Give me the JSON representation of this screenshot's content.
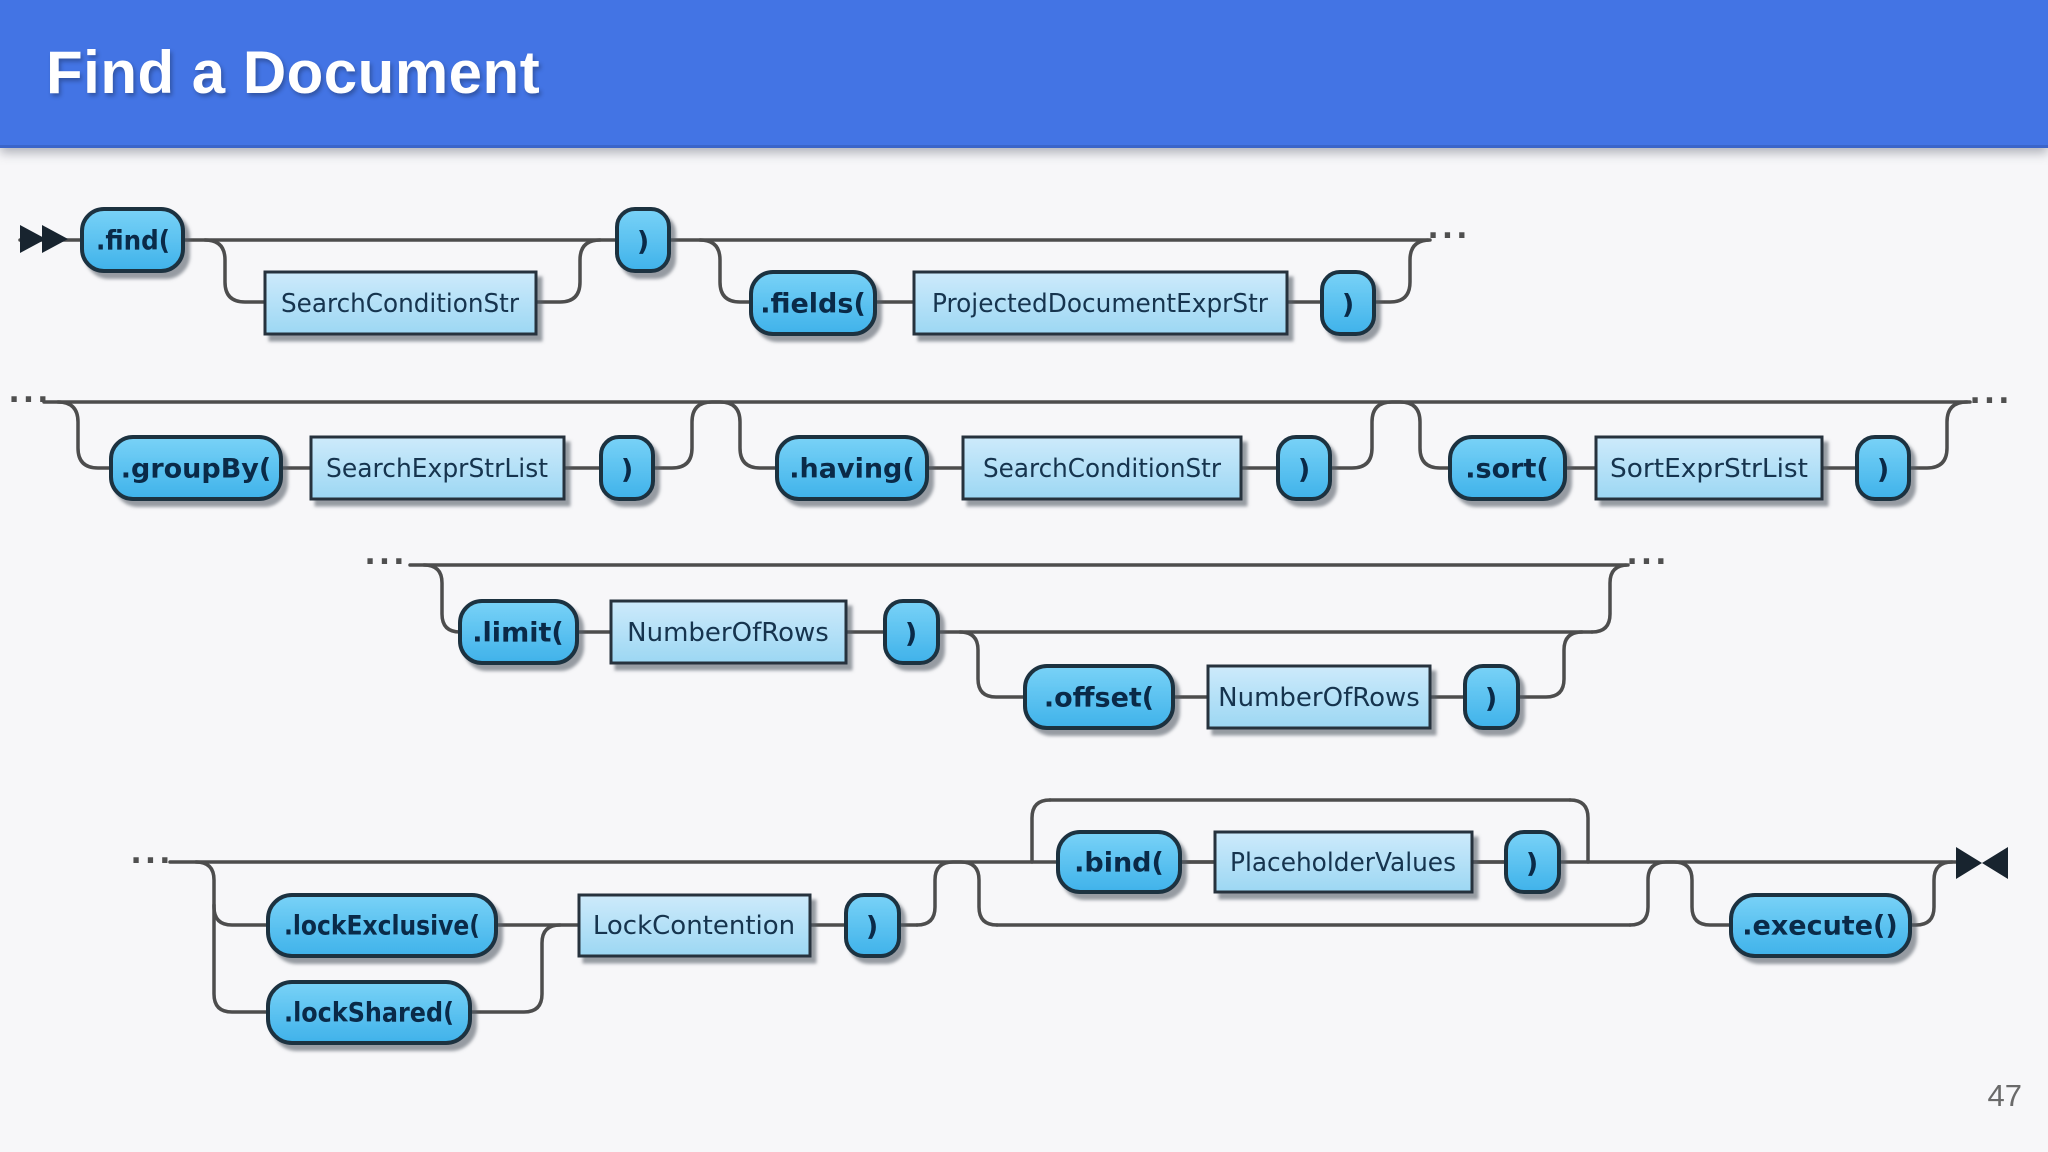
{
  "slide": {
    "title": "Find a Document",
    "page_number": "47"
  },
  "colors": {
    "header_background": "#4374e4",
    "title_text": "#ffffff",
    "slide_background": "#f7f7f9",
    "terminal_box_fill": "#54bdf0",
    "nonterminal_box_fill": "#abddf6",
    "box_border": "#1d3040",
    "box_label_text": "#0a2a48",
    "connector_line": "#4d4d4d",
    "page_number_text": "#6a6a6a"
  },
  "diagram": {
    "start_icon": "double-right-triangles",
    "end_icon": "facing-triangles-bowtie",
    "ellipsis": "···",
    "rows": {
      "row1": {
        "find": ".find(",
        "search_condition": "SearchConditionStr",
        "close_find": ")",
        "fields": ".fields(",
        "projected_document": "ProjectedDocumentExprStr",
        "close_fields": ")"
      },
      "row2": {
        "group_by": ".groupBy(",
        "search_expr_list": "SearchExprStrList",
        "close_group_by": ")",
        "having": ".having(",
        "search_condition": "SearchConditionStr",
        "close_having": ")",
        "sort": ".sort(",
        "sort_expr_list": "SortExprStrList",
        "close_sort": ")"
      },
      "row3": {
        "limit": ".limit(",
        "limit_rows": "NumberOfRows",
        "close_limit": ")",
        "offset": ".offset(",
        "offset_rows": "NumberOfRows",
        "close_offset": ")"
      },
      "row4": {
        "lock_exclusive": ".lockExclusive(",
        "lock_shared": ".lockShared(",
        "lock_contention": "LockContention",
        "close_lock": ")",
        "bind": ".bind(",
        "placeholder_values": "PlaceholderValues",
        "close_bind": ")",
        "execute": ".execute()"
      }
    }
  }
}
